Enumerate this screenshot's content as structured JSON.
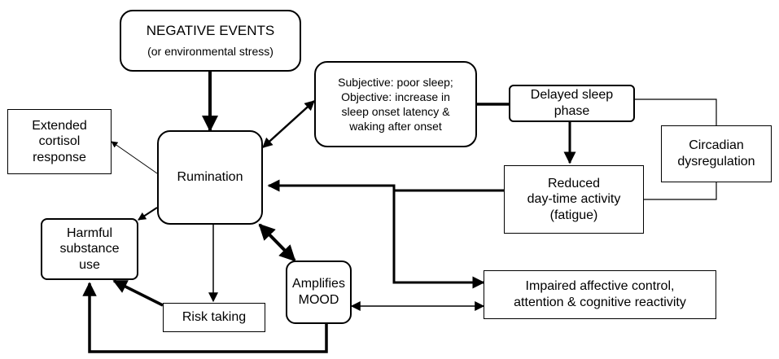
{
  "nodes": {
    "negative_events": {
      "line1": "NEGATIVE EVENTS",
      "line2": "(or environmental stress)"
    },
    "sleep_quality": {
      "lines": [
        "Subjective: poor sleep;",
        "Objective: increase in",
        "sleep onset latency &",
        "waking after onset"
      ]
    },
    "delayed_sleep": {
      "lines": [
        "Delayed sleep",
        "phase"
      ]
    },
    "circadian": {
      "lines": [
        "Circadian",
        "dysregulation"
      ]
    },
    "reduced_activity": {
      "lines": [
        "Reduced",
        "day-time activity",
        "(fatigue)"
      ]
    },
    "cortisol": {
      "lines": [
        "Extended",
        "cortisol",
        "response"
      ]
    },
    "rumination": {
      "label": "Rumination"
    },
    "harmful_substance": {
      "lines": [
        "Harmful",
        "substance",
        "use"
      ]
    },
    "amplifies_mood": {
      "lines": [
        "Amplifies",
        "MOOD"
      ]
    },
    "risk_taking": {
      "label": "Risk taking"
    },
    "impaired_control": {
      "lines": [
        "Impaired affective control,",
        "attention & cognitive reactivity"
      ]
    }
  }
}
